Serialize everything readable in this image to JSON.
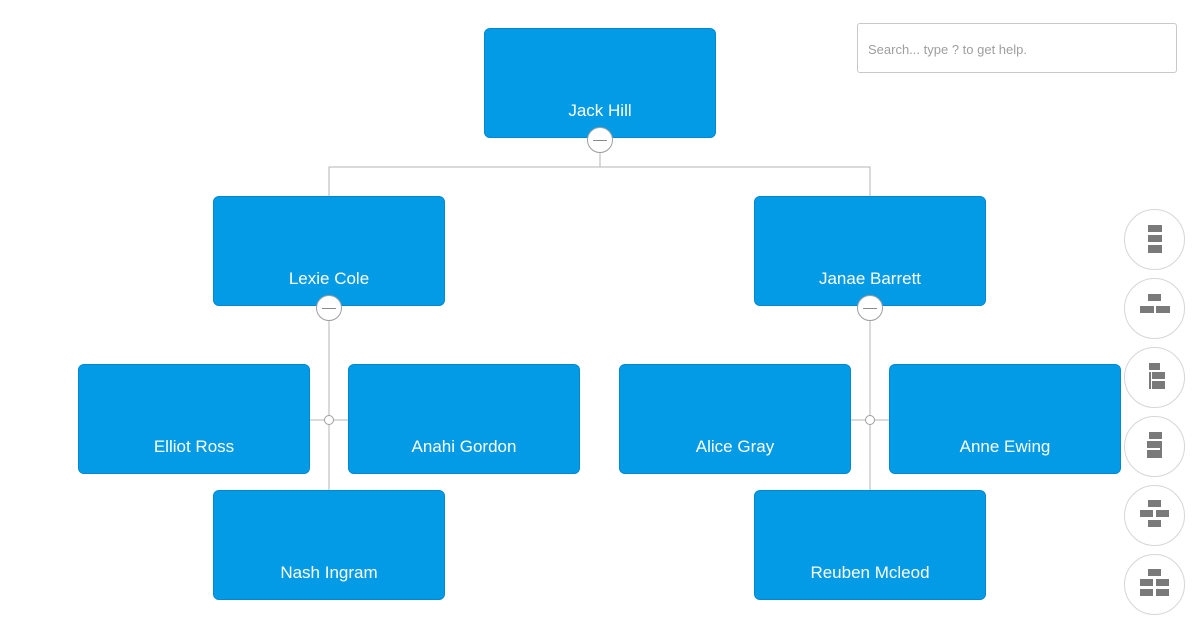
{
  "org_chart": {
    "root": {
      "id": "jack",
      "name": "Jack Hill"
    },
    "nodes": [
      {
        "id": "jack",
        "name": "Jack Hill",
        "parent": null,
        "expanded": true
      },
      {
        "id": "lexie",
        "name": "Lexie Cole",
        "parent": "jack",
        "expanded": true
      },
      {
        "id": "janae",
        "name": "Janae Barrett",
        "parent": "jack",
        "expanded": true
      },
      {
        "id": "elliot",
        "name": "Elliot Ross",
        "parent": "lexie"
      },
      {
        "id": "anahi",
        "name": "Anahi Gordon",
        "parent": "lexie"
      },
      {
        "id": "nash",
        "name": "Nash Ingram",
        "parent": "lexie"
      },
      {
        "id": "alice",
        "name": "Alice Gray",
        "parent": "janae"
      },
      {
        "id": "anne",
        "name": "Anne Ewing",
        "parent": "janae"
      },
      {
        "id": "reuben",
        "name": "Reuben Mcleod",
        "parent": "janae"
      }
    ]
  },
  "search": {
    "placeholder": "Search... type ? to get help."
  },
  "layout_buttons": [
    {
      "icon": "layout-top-down-icon"
    },
    {
      "icon": "layout-mixed-icon"
    },
    {
      "icon": "layout-right-offset-icon"
    },
    {
      "icon": "layout-left-offset-icon"
    },
    {
      "icon": "layout-tree-right-icon"
    },
    {
      "icon": "layout-tree-left-icon"
    }
  ],
  "colors": {
    "node_fill": "#039be5",
    "node_text": "#ffffff",
    "connector": "#b5b5b5",
    "icon": "#7a7a7a"
  }
}
